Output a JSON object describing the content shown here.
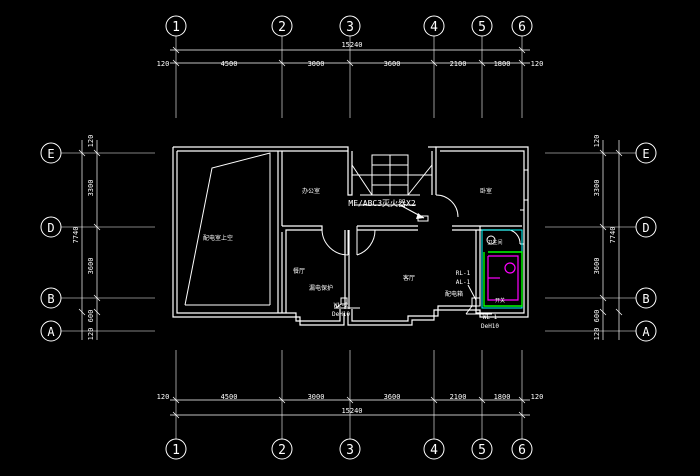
{
  "colors": {
    "background": "#000000",
    "linework": "#ffffff",
    "circuit_green": "#00ff00",
    "circuit_magenta": "#ff00ff",
    "circuit_cyan": "#00ffff"
  },
  "axes_numeric": [
    "1",
    "2",
    "3",
    "4",
    "5",
    "6"
  ],
  "axes_letter": [
    "E",
    "D",
    "B",
    "A"
  ],
  "dims_top": {
    "edge_left": "120",
    "total": "15240",
    "spans": [
      "4500",
      "3000",
      "3600",
      "2100",
      "1800"
    ],
    "edge_right": "120"
  },
  "dims_bottom": {
    "edge_left": "120",
    "total": "15240",
    "spans": [
      "4500",
      "3000",
      "3600",
      "2100",
      "1800"
    ],
    "edge_right": "120"
  },
  "dims_side": {
    "top_edge": "120",
    "total": "7740",
    "spans": [
      "3300",
      "3600",
      "600"
    ],
    "bottom_edge": "120"
  },
  "labels": {
    "extinguisher": "MF/ABC3灭火器X2",
    "room_large": "配电室上空",
    "room_office": "办公室",
    "room_toilet": "卫生间",
    "room_left": "餐厅",
    "room_main": "客厅",
    "room_left_detail": "漏电保护",
    "room_right": "卧室",
    "box_wl2": "WL-2",
    "box_wl2_sub": "DeH10",
    "box_wl1": "WL-1",
    "box_wl1_sub": "DeH10",
    "rl1": "RL-1",
    "al1": "AL-1",
    "panel": "配电箱",
    "small_note": "开关"
  }
}
